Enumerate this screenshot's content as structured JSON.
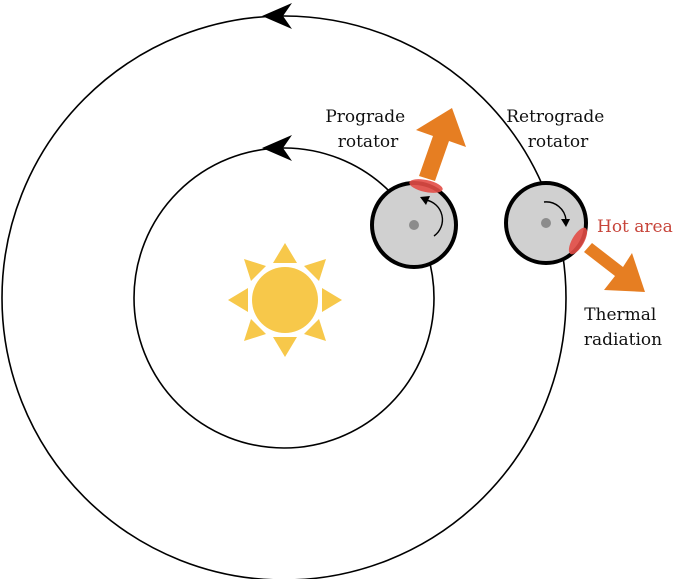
{
  "labels": {
    "prograde": [
      "Prograde",
      "rotator"
    ],
    "retrograde": [
      "Retrograde",
      "rotator"
    ],
    "hot_area": "Hot area",
    "thermal": [
      "Thermal",
      "radiation"
    ]
  },
  "colors": {
    "orbit": "#000000",
    "sun_core": "#f7c84a",
    "sun_rays": "#f7c84a",
    "asteroid_fill": "#d0d0d0",
    "asteroid_stroke": "#000000",
    "asteroid_center": "#8c8c8c",
    "hot_spot": "#e24c46",
    "radiation_arrow": "#e67e22",
    "hot_text": "#c7443a"
  },
  "icons": {
    "sun": "sun-icon",
    "orbit_direction": "arrowhead-icon",
    "spin_direction": "curved-arrow-icon",
    "radiation": "thick-arrow-icon"
  }
}
